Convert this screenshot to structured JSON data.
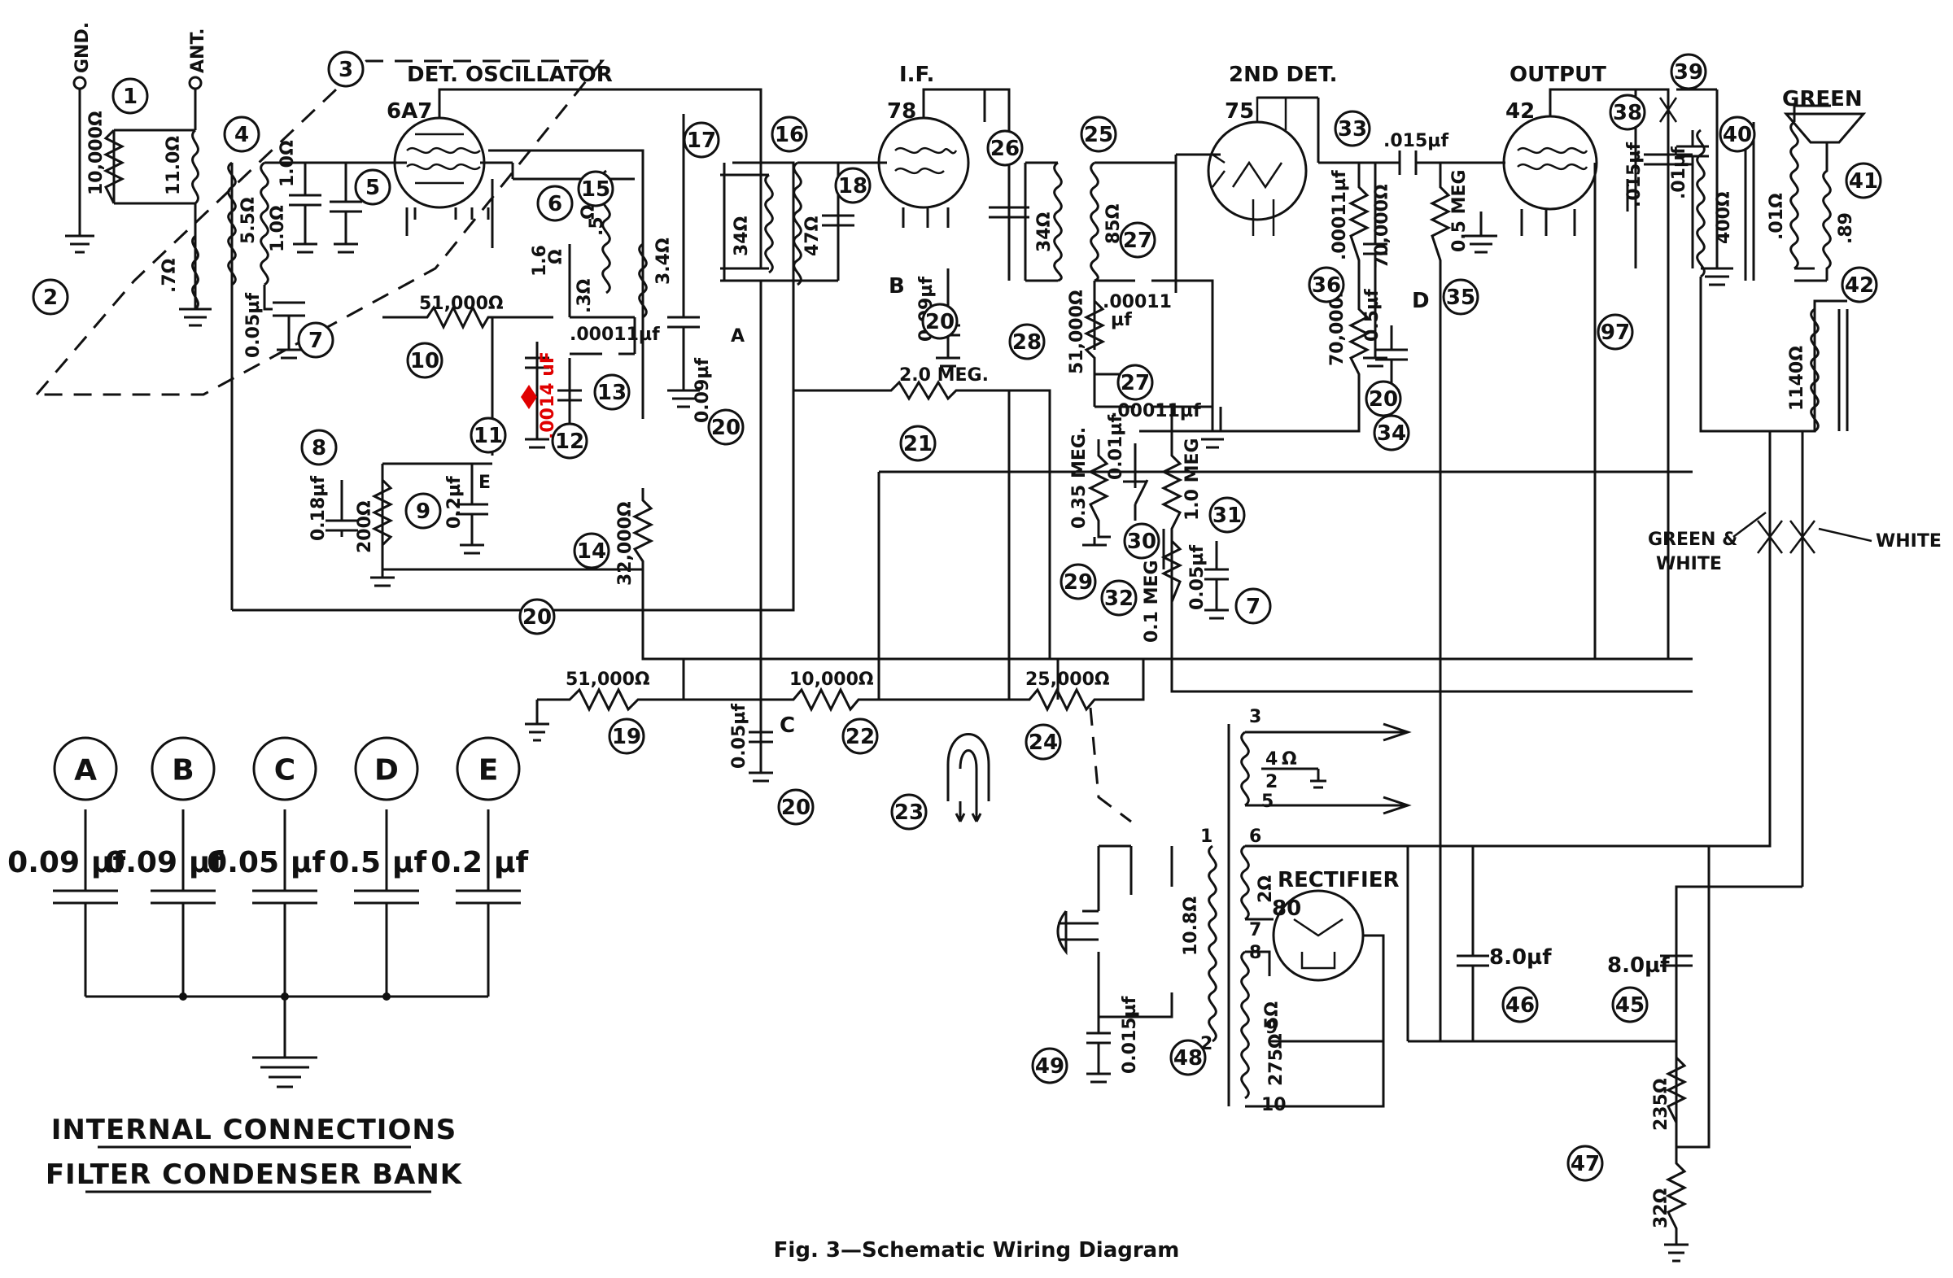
{
  "figure": {
    "caption": "Fig. 3—Schematic Wiring Diagram",
    "bank_title_1": "INTERNAL CONNECTIONS",
    "bank_title_2": "FILTER CONDENSER BANK"
  },
  "stages": {
    "det_osc": "DET. OSCILLATOR",
    "if": "I.F.",
    "second_det": "2ND DET.",
    "output": "OUTPUT",
    "rectifier": "RECTIFIER"
  },
  "tubes": {
    "t1": "6A7",
    "t2": "78",
    "t3": "75",
    "t4": "42",
    "t5": "80"
  },
  "terminals": {
    "gnd": "GND.",
    "ant": "ANT."
  },
  "wires": {
    "green": "GREEN",
    "green_white_1": "GREEN &",
    "green_white_2": "WHITE",
    "white": "WHITE"
  },
  "bank": {
    "caps": [
      {
        "letter": "A",
        "value": "0.09",
        "unit": "µf"
      },
      {
        "letter": "B",
        "value": "0.09",
        "unit": "µf"
      },
      {
        "letter": "C",
        "value": "0.05",
        "unit": "µf"
      },
      {
        "letter": "D",
        "value": "0.5",
        "unit": "µf"
      },
      {
        "letter": "E",
        "value": "0.2",
        "unit": "µf"
      }
    ]
  },
  "values": {
    "r10k": "10,000Ω",
    "r11": "11.0Ω",
    "r7": ".7Ω",
    "coil4a": "5.5Ω",
    "coil4b": "1.0Ω",
    "coil4c": "1.0Ω",
    "c005_7": "0.05µf",
    "r51k_10": "51,000Ω",
    "c00011_13": ".00011µf",
    "c0014": ".0014 uF",
    "c018": "0.18µf",
    "r200": "200Ω",
    "c02e": "0.2µf",
    "letter_e": "E",
    "r32k": "32,000Ω",
    "osc_a": "1.6",
    "osc_b": "Ω",
    "osc_c": ".3Ω",
    "osc_d": ".5",
    "osc_e": "Ω",
    "r34_15": "3.4Ω",
    "c009a": "0.09µf",
    "letter_a": "A",
    "if1a": "34Ω",
    "if1b": "47Ω",
    "c009b": "0.09µf",
    "letter_b": "B",
    "r2meg": "2.0 MEG.",
    "if2a": "34Ω",
    "if2b": "85Ω",
    "c27a": ".00011",
    "c27a_u": "µf",
    "r51k_28": "51,000Ω",
    "c27b": ".00011µf",
    "r035meg": "0.35 MEG.",
    "c001": "0.01µf",
    "r1meg": "1.0 MEG",
    "r01meg": "0.1 MEG",
    "c005_32": "0.05µf",
    "c015": ".015µf",
    "c00011_33": ".00011µf",
    "r70k_36": "70,000Ω",
    "r70k_34": "70,000Ω",
    "c05d": "0.5µf",
    "letter_d": "D",
    "r05meg": "0.5 MEG",
    "c015_38": ".015µf",
    "c01_39": ".01µf",
    "r400": "400Ω",
    "r01_40": ".01Ω",
    "r89": ".89",
    "r1140": "1140Ω",
    "r51k_19": "51,000Ω",
    "r10k_22": "10,000Ω",
    "r25k": "25,000Ω",
    "c005_20c": "0.05µf",
    "letter_c": "C",
    "x_4": "4",
    "x_a": "Ω",
    "x_2": "2",
    "x_3": "3",
    "x_5": "5",
    "x_6": "6",
    "x_1": "1",
    "x_7": "7",
    "x_8": "8",
    "x_9": "9",
    "x_10": "10",
    "x_2b": "2",
    "r2_rect": "2Ω",
    "r5_rect": "5Ω",
    "r108": "10.8Ω",
    "r275": "275Ω",
    "c8_46": "8.0µf",
    "c8_45": "8.0µf",
    "r235": "235Ω",
    "r32": "32Ω",
    "c0015_49": "0.015µf"
  },
  "callouts": [
    "1",
    "2",
    "3",
    "4",
    "5",
    "6",
    "7",
    "8",
    "9",
    "10",
    "11",
    "12",
    "13",
    "14",
    "15",
    "16",
    "17",
    "18",
    "20",
    "21",
    "23",
    "25",
    "26",
    "27",
    "28",
    "29",
    "30",
    "31",
    "32",
    "33",
    "34",
    "35",
    "36",
    "38",
    "39",
    "40",
    "41",
    "42",
    "97",
    "19",
    "22",
    "24",
    "45",
    "46",
    "47",
    "48",
    "49"
  ]
}
